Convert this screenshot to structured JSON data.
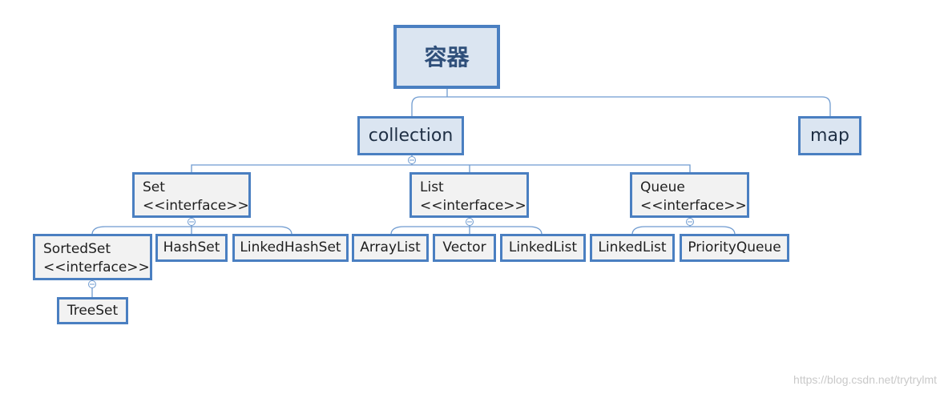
{
  "nodes": {
    "root": "容器",
    "collection": "collection",
    "map": "map",
    "set": {
      "name": "Set",
      "stereotype": "<<interface>>"
    },
    "list": {
      "name": "List",
      "stereotype": "<<interface>>"
    },
    "queue": {
      "name": "Queue",
      "stereotype": "<<interface>>"
    },
    "sortedset": {
      "name": "SortedSet",
      "stereotype": "<<interface>>"
    },
    "hashset": "HashSet",
    "linkedhashset": "LinkedHashSet",
    "arraylist": "ArrayList",
    "vector": "Vector",
    "linkedlist_list": "LinkedList",
    "linkedlist_queue": "LinkedList",
    "priorityqueue": "PriorityQueue",
    "treeset": "TreeSet"
  },
  "watermark": "https://blog.csdn.net/trytrylmt",
  "colors": {
    "node_border": "#4a7fc1",
    "node_fill_gray": "#f2f2f2",
    "node_fill_blue": "#dbe5f1",
    "connector": "#6f9bd0"
  }
}
